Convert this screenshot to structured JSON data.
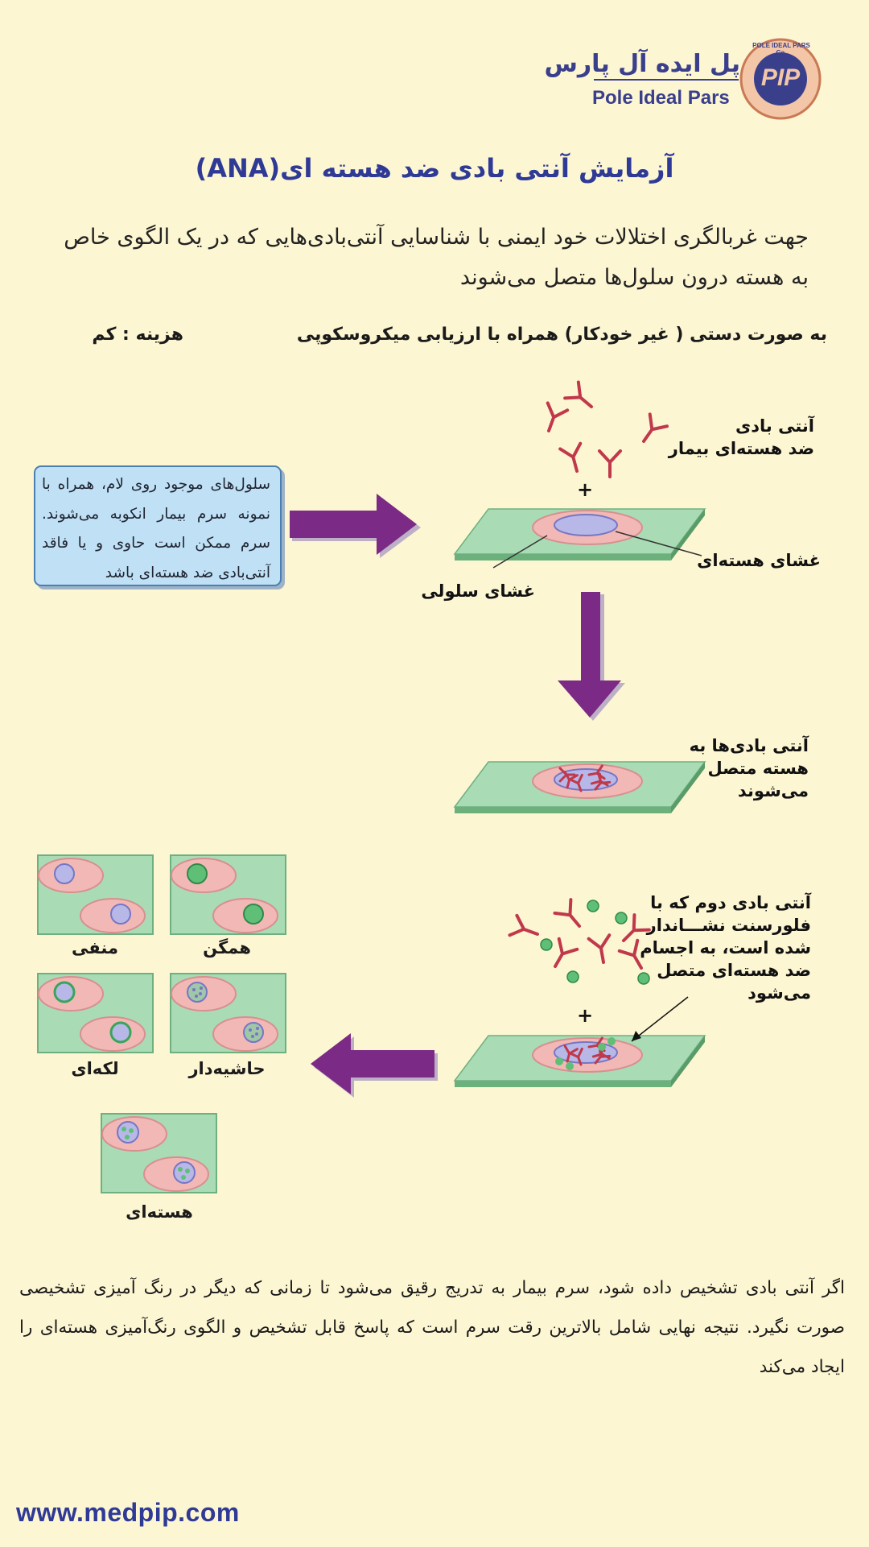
{
  "brand": {
    "name_fa": "پل ایده آل پارس",
    "name_en": "Pole Ideal Pars",
    "seal_ring_text": "POLE IDEAL PARS Co.",
    "seal_monogram": "PIP"
  },
  "title": "آزمایش آنتی بادی ضد هسته ای(ANA)",
  "intro": "جهت غربالگری اختلالات خود ایمنی با شناسایی آنتی‌بادی‌هایی که در یک الگوی خاص به هسته درون سلول‌ها متصل می‌شوند",
  "method": "به صورت دستی ( غیر خودکار) همراه با ارزیابی میکروسکوپی",
  "cost": "هزینه : کم",
  "info_box": "سلول‌های موجود روی لام، همراه با نمونه سرم بیمار انکوبه می‌شوند. سرم ممکن است حاوی و یا فاقد آنتی‌بادی ضد هسته‌ای باشد",
  "diagram": {
    "patient_antibody": [
      "آنتی بادی",
      "ضد هسته‌ای بیمار"
    ],
    "plus": "+",
    "nuclear_membrane": "غشای هسته‌ای",
    "cell_membrane": "غشای سلولی",
    "bound": [
      "آنتی بادی‌ها به",
      "هسته متصل",
      "می‌شوند"
    ],
    "secondary": [
      "آنتی بادی دوم که با",
      "فلورسنت نشـــاندار",
      "شده است، به اجسام",
      "ضد هسته‌ای متصل",
      "می‌شود"
    ]
  },
  "patterns": {
    "negative": "منفی",
    "homogeneous": "همگن",
    "speckled": "لکه‌ای",
    "peripheral": "حاشیه‌دار",
    "nucleolar": "هسته‌ای"
  },
  "footnote": "اگر آنتی بادی تشخیص داده شود، سرم بیمار به تدریج رقیق می‌شود تا زمانی که دیگر در رنگ آمیزی تشخیصی صورت نگیرد. نتیجه نهایی شامل بالاترین رقت سرم است که پاسخ قابل تشخیص و الگوی رنگ‌آمیزی هسته‌ای را ایجاد می‌کند",
  "website": "www.medpip.com",
  "colors": {
    "background": "#fdf6d3",
    "title": "#2f3a96",
    "arrow": "#7b2a86",
    "antibody": "#c0394b",
    "slide": "#a9dcb4",
    "cell": "#f2b8b5",
    "nucleus": "#b8b8e8",
    "fluorescent": "#5fbf77",
    "info_box": "#bfe0f5"
  }
}
